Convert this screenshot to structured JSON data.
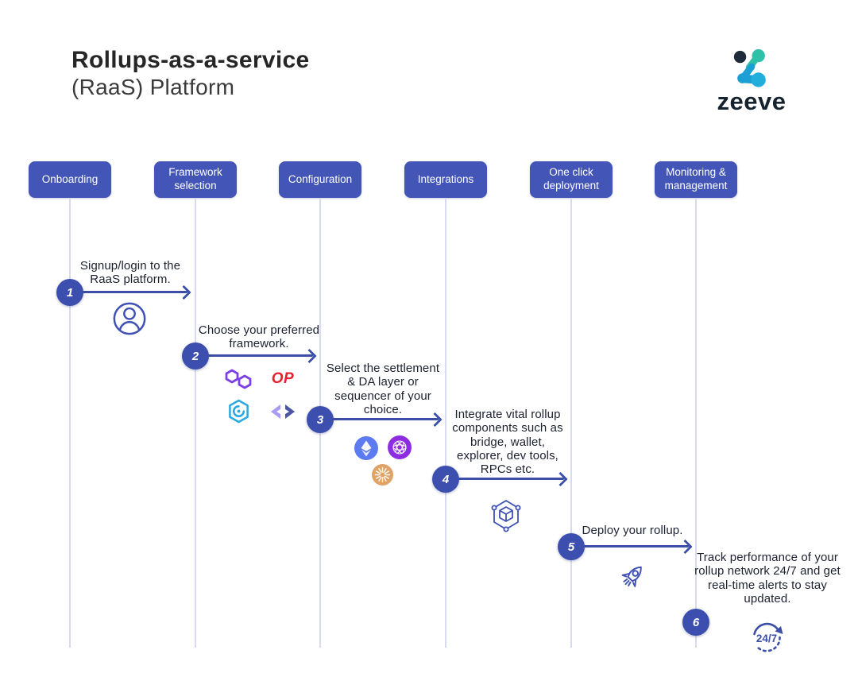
{
  "header": {
    "title_line1": "Rollups-as-a-service",
    "title_line2": "(RaaS) Platform",
    "brand_name": "zeeve"
  },
  "columns": [
    {
      "label": "Onboarding"
    },
    {
      "label": "Framework selection"
    },
    {
      "label": "Configuration"
    },
    {
      "label": "Integrations"
    },
    {
      "label": "One click deployment"
    },
    {
      "label": "Monitoring & management"
    }
  ],
  "steps": [
    {
      "num": "1",
      "text": "Signup/login to the RaaS platform."
    },
    {
      "num": "2",
      "text": "Choose your preferred framework."
    },
    {
      "num": "3",
      "text": "Select the settlement & DA layer or sequencer of your choice."
    },
    {
      "num": "4",
      "text": "Integrate vital rollup components such as bridge, wallet, explorer, dev tools, RPCs etc."
    },
    {
      "num": "5",
      "text": "Deploy your rollup."
    },
    {
      "num": "6",
      "text": "Track performance of your rollup network 24/7 and get real-time alerts to stay updated."
    }
  ],
  "icons": {
    "op_stack_label": "OP",
    "monitoring_badge": "24/7"
  },
  "colors": {
    "header_box": "#4355b7",
    "step_circle": "#3d4fae",
    "arrow": "#3b4fa8",
    "column_line": "#d7daf0",
    "brand_dark": "#16222e",
    "brand_teal": "#2fc1a7",
    "brand_blue": "#1b9fd4",
    "polygon_purple": "#7b3fe4",
    "optimism_red": "#e8202e",
    "zksync_light": "#a79bf2",
    "zksync_dark": "#4d55a6",
    "ethereum_blue": "#5c7bf0",
    "globe_purple": "#8e2ce2",
    "sunburst_orange": "#dfa368",
    "outline_indigo": "#3f51b5"
  }
}
